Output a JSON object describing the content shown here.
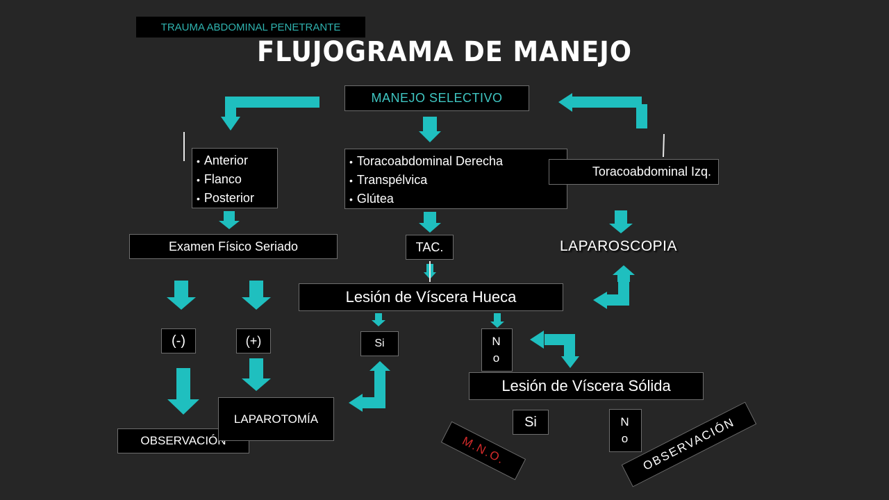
{
  "colors": {
    "background": "#262626",
    "arrow": "#1fbfbf",
    "box_bg": "#000000",
    "accent_teal": "#3fc6c2",
    "accent_red": "#d42a2a"
  },
  "header": {
    "subtitle": "TRAUMA ABDOMINAL PENETRANTE",
    "title": "FLUJOGRAMA DE MANEJO"
  },
  "nodes": {
    "manejo_selectivo": "MANEJO SELECTIVO",
    "zones_left": [
      "Anterior",
      "Flanco",
      "Posterior"
    ],
    "zones_center": [
      "Toracoabdominal Derecha",
      "Transpélvica",
      "Glútea"
    ],
    "zone_right": "Toracoabdominal Izq.",
    "examen": "Examen Físico Seriado",
    "tac": "TAC.",
    "laparoscopia": "LAPAROSCOPIA",
    "lesion_hueca": "Lesión de Víscera Hueca",
    "neg": "(-)",
    "pos": "(+)",
    "si_1": "Si",
    "no_1": "No",
    "lesion_solida": "Lesión de Víscera Sólida",
    "observacion_1": "OBSERVACIÓN",
    "laparotomia": "LAPAROTOMÍA",
    "si_2": "Si",
    "no_2": "No",
    "mno": "M.N.O.",
    "observacion_2": "OBSERVACIÓN"
  }
}
